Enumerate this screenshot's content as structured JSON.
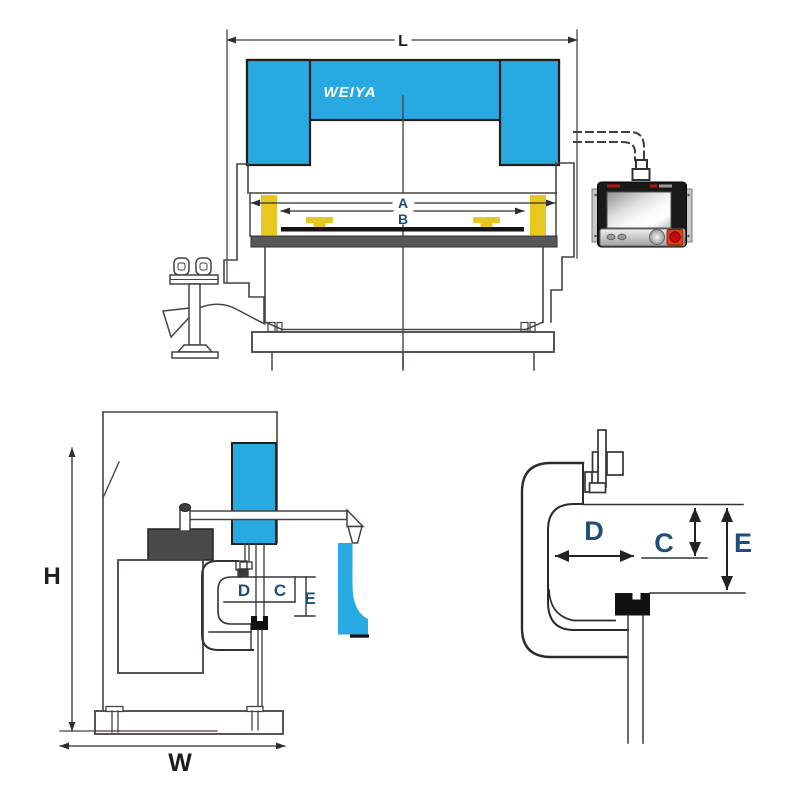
{
  "logo": {
    "text": "WEIYA"
  },
  "dims": {
    "L": "L",
    "A": "A",
    "B": "B",
    "H": "H",
    "W": "W",
    "D": "D",
    "C": "C",
    "E": "E"
  },
  "colors": {
    "machine_blue": "#29a9e1",
    "accent_yellow": "#e8c820",
    "table_gray": "#57585a",
    "motor_gray": "#4a4a4c",
    "line_dark": "#37302b",
    "dim_label_navy": "#1f4e79",
    "dim_label_black": "#1d1d1d",
    "estop_red": "#c00c0c",
    "estop_base_orange": "#dd4016"
  }
}
